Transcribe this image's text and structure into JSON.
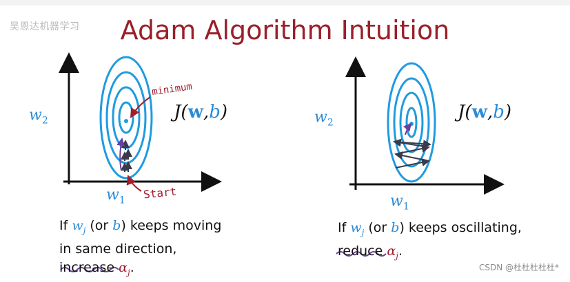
{
  "title": "Adam Algorithm Intuition",
  "watermark_top": "吴恩达机器学习",
  "left_panel": {
    "axis_x_label": "w",
    "axis_x_sub": "1",
    "axis_y_label": "w",
    "axis_y_sub": "2",
    "cost_label": "J(",
    "cost_w": "w",
    "cost_comma": ",",
    "cost_b": "b",
    "cost_close": ")",
    "annotation_minimum": "minimum",
    "annotation_start": "Start",
    "caption_line1_prefix": "If",
    "caption_var_w": "w",
    "caption_var_j": "j",
    "caption_paren_open": "(or",
    "caption_var_b": "b",
    "caption_line1_suffix": ") keeps moving",
    "caption_line2": "in same direction,",
    "caption_line3_word": "increase",
    "caption_alpha": "α",
    "caption_alpha_sub": "j",
    "caption_period": "."
  },
  "right_panel": {
    "axis_x_label": "w",
    "axis_x_sub": "1",
    "axis_y_label": "w",
    "axis_y_sub": "2",
    "cost_label": "J(",
    "cost_w": "w",
    "cost_comma": ",",
    "cost_b": "b",
    "cost_close": ")",
    "caption_line1_prefix": "If",
    "caption_var_w": "w",
    "caption_var_j": "j",
    "caption_paren_open": "(or",
    "caption_var_b": "b",
    "caption_line1_suffix": ") keeps oscillating,",
    "caption_line2_word": "reduce",
    "caption_alpha": "α",
    "caption_alpha_sub": "j",
    "caption_period": "."
  },
  "footer_watermark": "CSDN @杜杜杜杜杜*",
  "colors": {
    "title": "#9a1f2a",
    "contour": "#1f9be0",
    "annotation": "#a01e2e",
    "arrow_dark": "#3a3a4a",
    "arrow_purple": "#6a3fa0",
    "squiggle": "#6a3fa0"
  }
}
